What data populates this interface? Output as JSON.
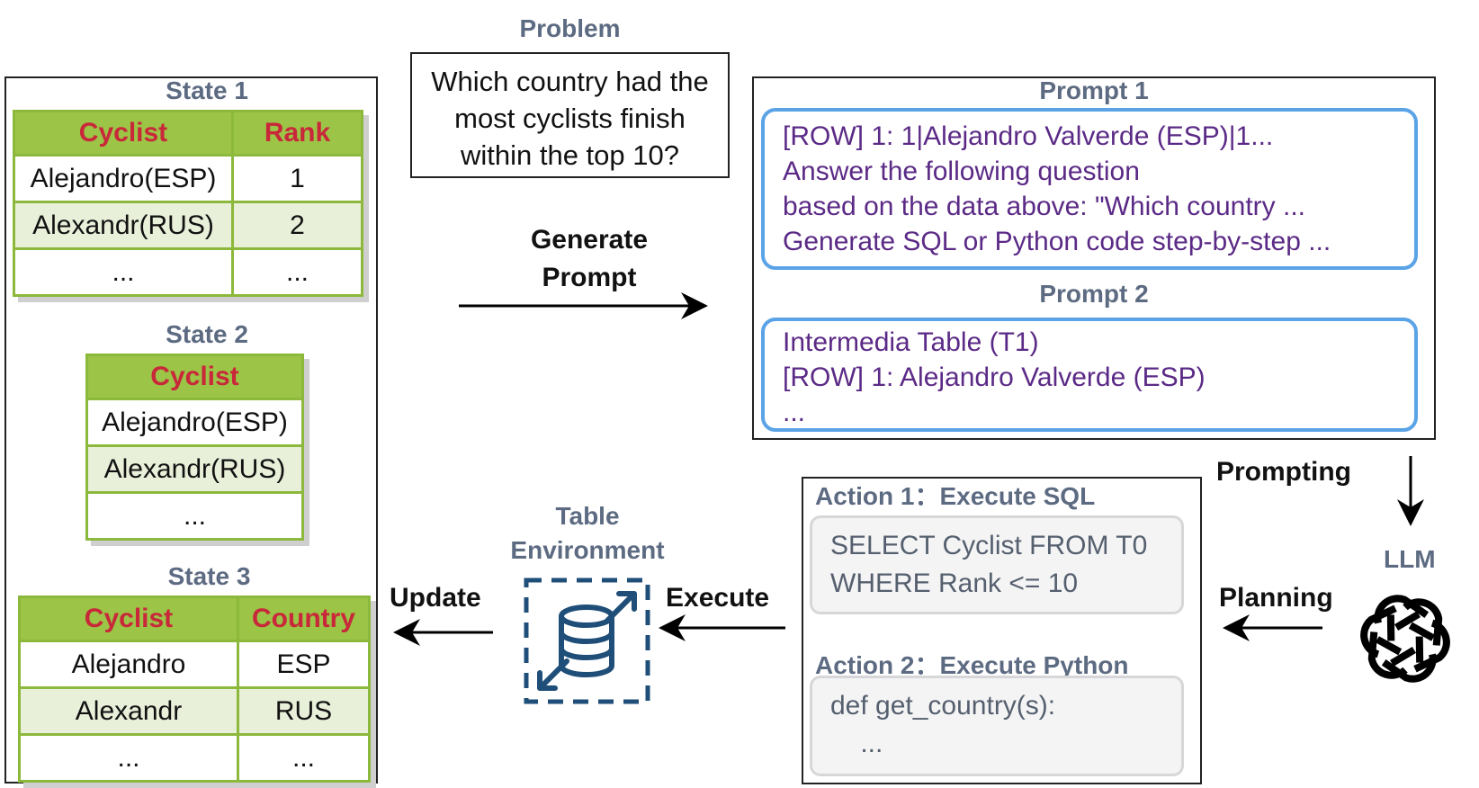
{
  "problem": {
    "label": "Problem",
    "lines": [
      "Which country had the",
      "most cyclists finish",
      "within the top 10?"
    ]
  },
  "states": [
    {
      "title": "State 1",
      "headers": [
        "Cyclist",
        "Rank"
      ],
      "rows": [
        [
          "Alejandro(ESP)",
          "1"
        ],
        [
          "Alexandr(RUS)",
          "2"
        ],
        [
          "...",
          "..."
        ]
      ]
    },
    {
      "title": "State 2",
      "headers": [
        "Cyclist"
      ],
      "rows": [
        [
          "Alejandro(ESP)"
        ],
        [
          "Alexandr(RUS)"
        ],
        [
          "..."
        ]
      ]
    },
    {
      "title": "State 3",
      "headers": [
        "Cyclist",
        "Country"
      ],
      "rows": [
        [
          "Alejandro",
          "ESP"
        ],
        [
          "Alexandr",
          "RUS"
        ],
        [
          "...",
          "..."
        ]
      ]
    }
  ],
  "arrows": {
    "generate_prompt": [
      "Generate",
      "Prompt"
    ],
    "prompting": "Prompting",
    "planning": "Planning",
    "execute": "Execute",
    "update": "Update"
  },
  "prompts": [
    {
      "title": "Prompt 1",
      "lines": [
        "[ROW] 1: 1|Alejandro Valverde (ESP)|1...",
        "Answer the following question",
        "based on the data above: \"Which country ...",
        "Generate SQL or Python code step-by-step ..."
      ]
    },
    {
      "title": "Prompt 2",
      "lines": [
        "Intermedia Table (T1)",
        "[ROW] 1: Alejandro Valverde (ESP)",
        "..."
      ]
    }
  ],
  "llm": {
    "label": "LLM",
    "icon": "openai-logo-icon"
  },
  "environment": {
    "lines": [
      "Table",
      "Environment"
    ],
    "icon": "database-icon"
  },
  "actions": [
    {
      "title": "Action 1：Execute SQL",
      "code": [
        "SELECT Cyclist FROM T0",
        "WHERE Rank <= 10"
      ]
    },
    {
      "title": "Action 2：Execute Python",
      "code": [
        "def get_country(s):",
        "    ..."
      ]
    }
  ],
  "colors": {
    "header_fill": "#9cc446",
    "header_text": "#c8283a",
    "table_border": "#8cb83c",
    "alt_row": "#e8f0d9",
    "prompt_border": "#5aa3e6",
    "prompt_text": "#5b2a86",
    "label_slate": "#5d6b82",
    "db_icon": "#1f4e79"
  }
}
